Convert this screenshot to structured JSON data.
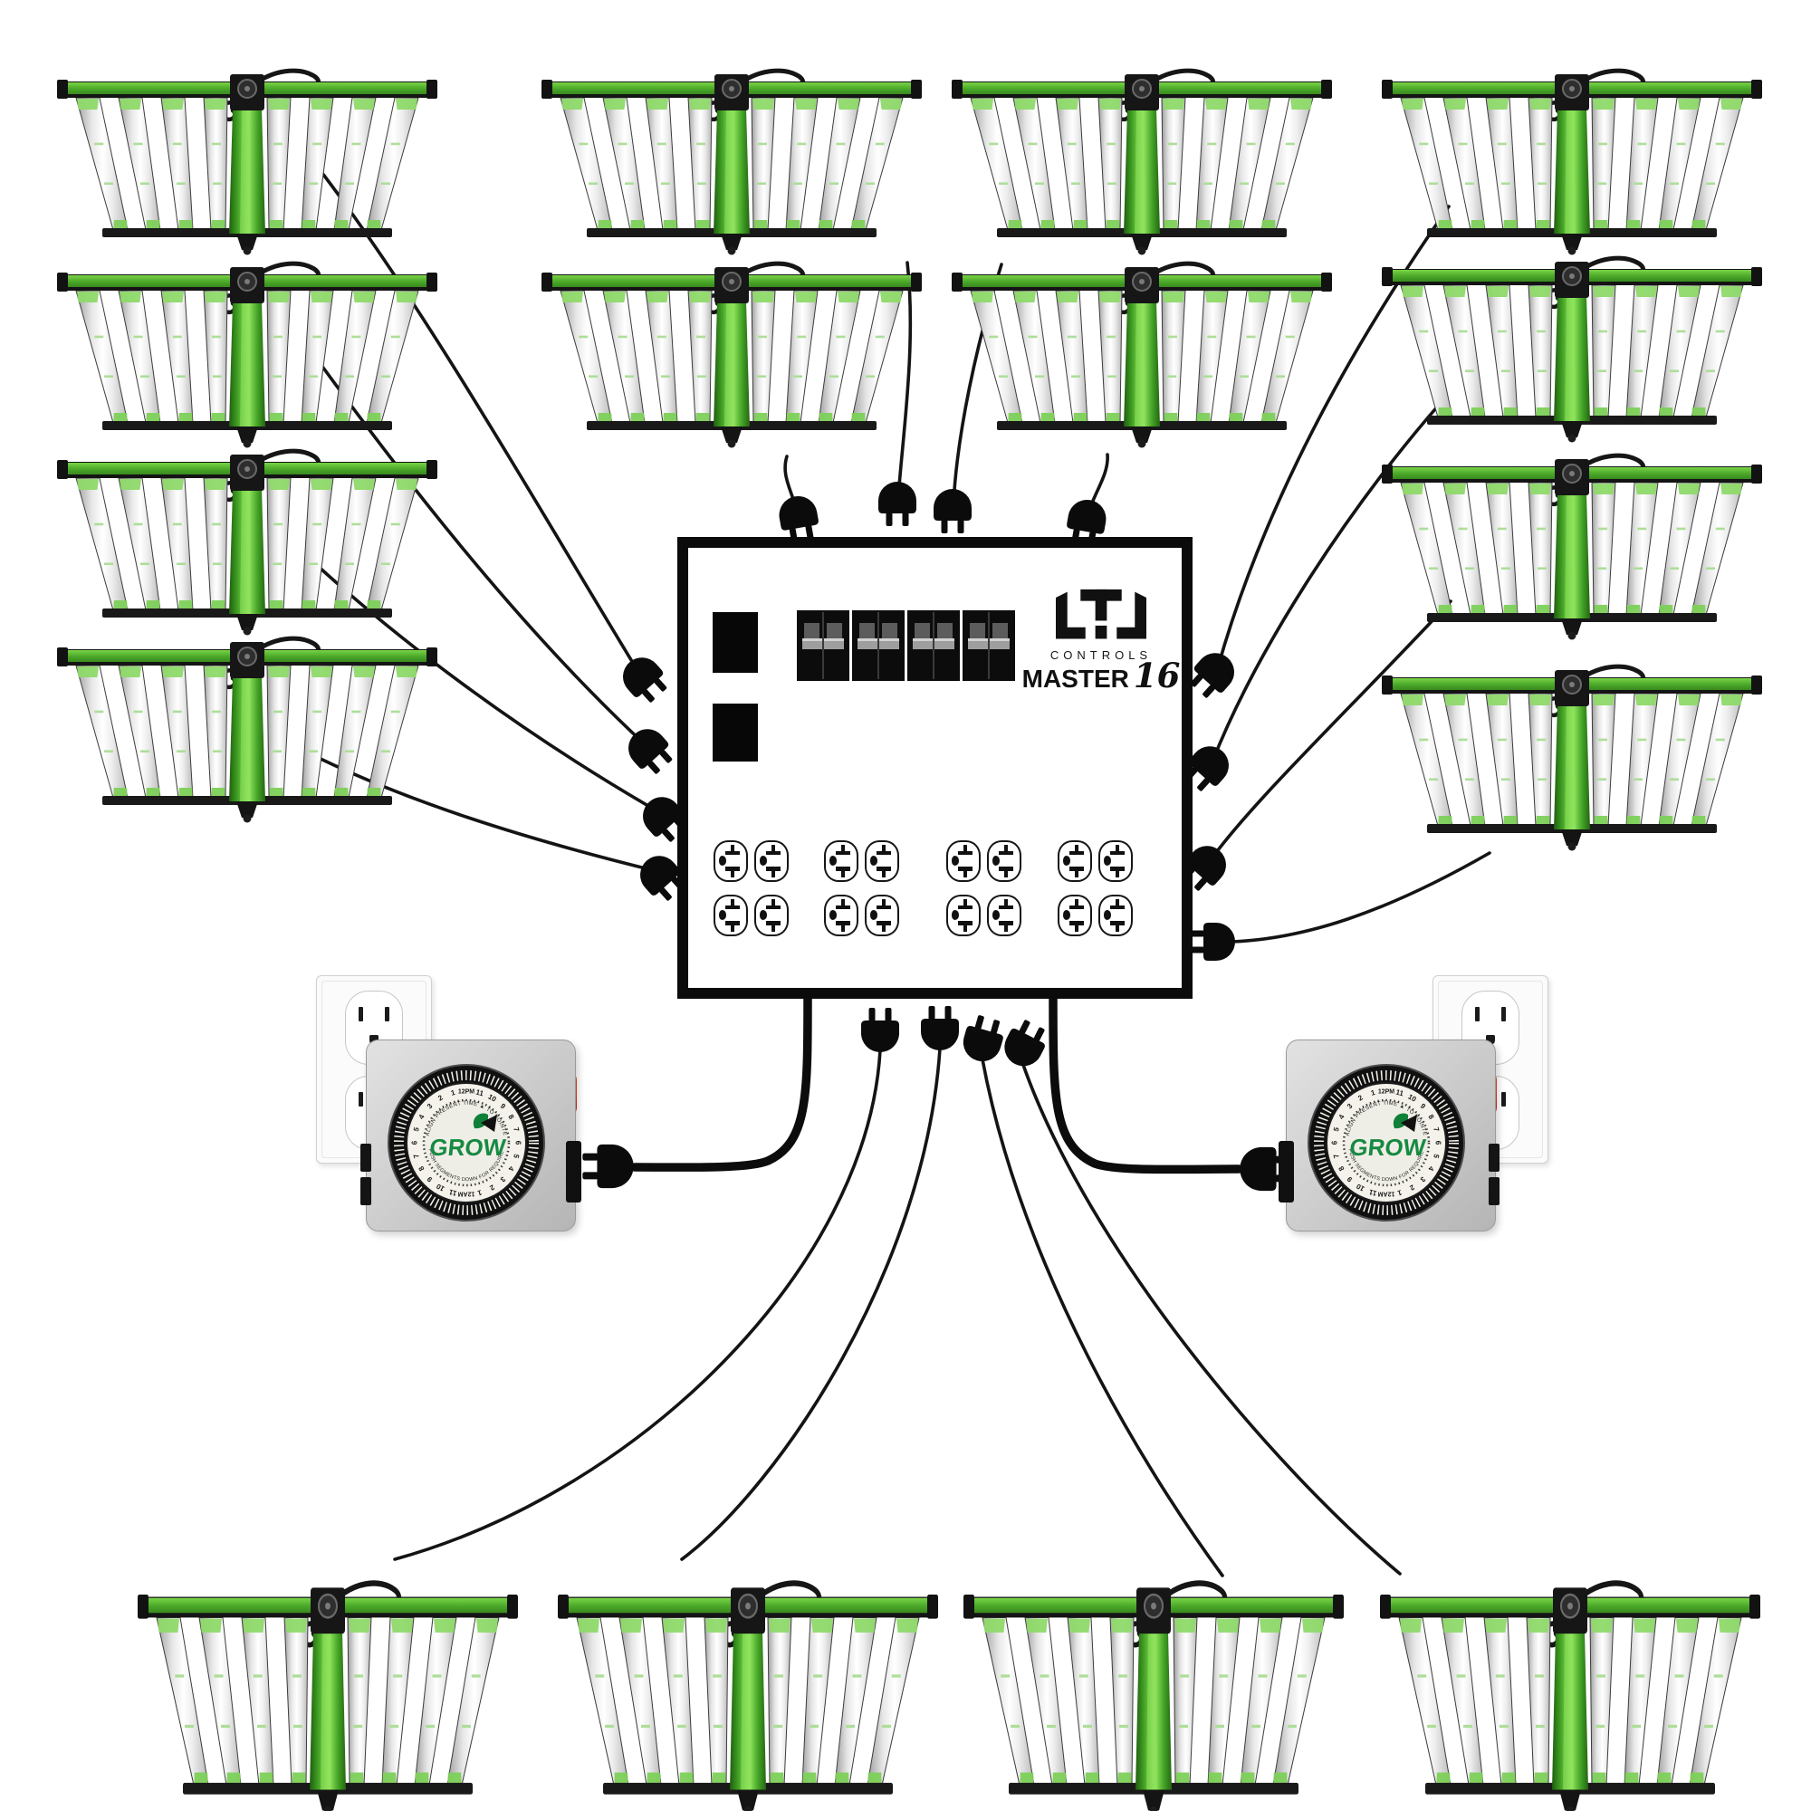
{
  "page": {
    "background": "#ffffff"
  },
  "controller": {
    "brand": "LTL",
    "brand_sub": "CONTROLS",
    "model": "MASTER",
    "model_number": "16",
    "breaker_count": 4,
    "relay_count": 2,
    "outlet_count": 16,
    "outlet_groups": 4
  },
  "lights": {
    "count": 16,
    "bars_per_light": 8
  },
  "timers": {
    "count": 2,
    "brand": "GROW",
    "dial_instruction_top": "ALIGN PRESENT TIME ▲ TO POINTER",
    "dial_instruction_bottom": "PUSH SEGMENTS DOWN FOR REQUIRED 'ON' TIME",
    "dial_labels": [
      "12PM",
      "11",
      "10",
      "9",
      "8",
      "7",
      "6",
      "5",
      "4",
      "3",
      "2",
      "1",
      "12AM",
      "11",
      "10",
      "9",
      "8",
      "7",
      "6",
      "5",
      "4",
      "3",
      "2",
      "1"
    ]
  },
  "wall_outlets": {
    "count": 2
  },
  "colors": {
    "accent_green": "#4fb42e",
    "bar_white": "#f2f2f2",
    "cable_black": "#141414",
    "timer_red": "#d8281a",
    "logo_black": "#111111",
    "grow_green": "#168a42"
  }
}
